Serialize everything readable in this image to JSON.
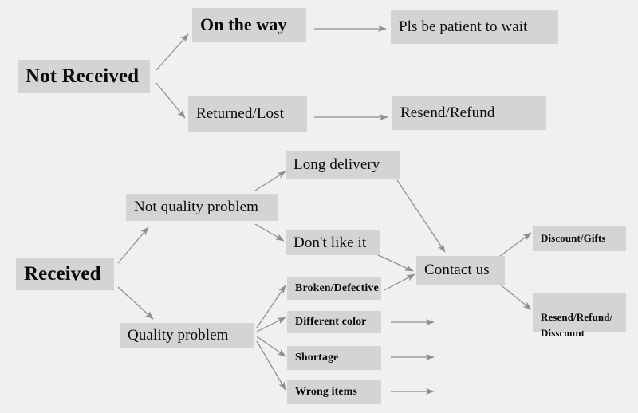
{
  "diagram": {
    "title": "Order Issue Resolution Flowchart",
    "background_color": "#f0f0f0",
    "node_fill_color": "#d4d4d4",
    "text_color": "#0b0b0b",
    "arrow_color": "#8e8e8e"
  },
  "nodes": {
    "not_received": "Not Received",
    "on_the_way": "On the way",
    "pls_be_patient": "Pls be patient to wait",
    "returned_lost": "Returned/Lost",
    "resend_refund": "Resend/Refund",
    "received": "Received",
    "not_quality_problem": "Not quality problem",
    "long_delivery": "Long delivery",
    "dont_like_it": "Don't like it",
    "quality_problem": "Quality problem",
    "broken_defective": "Broken/Defective",
    "different_color": "Different color",
    "shortage": "Shortage",
    "wrong_items": "Wrong items",
    "contact_us": "Contact us",
    "discount_gifts": "Discount/Gifts",
    "resend_refund_disscount": "Resend/Refund/\nDisscount"
  },
  "edges": [
    {
      "from": "not_received",
      "to": "on_the_way"
    },
    {
      "from": "not_received",
      "to": "returned_lost"
    },
    {
      "from": "on_the_way",
      "to": "pls_be_patient"
    },
    {
      "from": "returned_lost",
      "to": "resend_refund"
    },
    {
      "from": "received",
      "to": "not_quality_problem"
    },
    {
      "from": "received",
      "to": "quality_problem"
    },
    {
      "from": "not_quality_problem",
      "to": "long_delivery"
    },
    {
      "from": "not_quality_problem",
      "to": "dont_like_it"
    },
    {
      "from": "long_delivery",
      "to": "contact_us"
    },
    {
      "from": "dont_like_it",
      "to": "contact_us"
    },
    {
      "from": "quality_problem",
      "to": "broken_defective"
    },
    {
      "from": "quality_problem",
      "to": "different_color"
    },
    {
      "from": "quality_problem",
      "to": "shortage"
    },
    {
      "from": "quality_problem",
      "to": "wrong_items"
    },
    {
      "from": "broken_defective",
      "to": "contact_us"
    },
    {
      "from": "different_color",
      "to": "contact_us"
    },
    {
      "from": "shortage",
      "to": "contact_us"
    },
    {
      "from": "wrong_items",
      "to": "contact_us"
    },
    {
      "from": "contact_us",
      "to": "discount_gifts"
    },
    {
      "from": "contact_us",
      "to": "resend_refund_disscount"
    }
  ]
}
